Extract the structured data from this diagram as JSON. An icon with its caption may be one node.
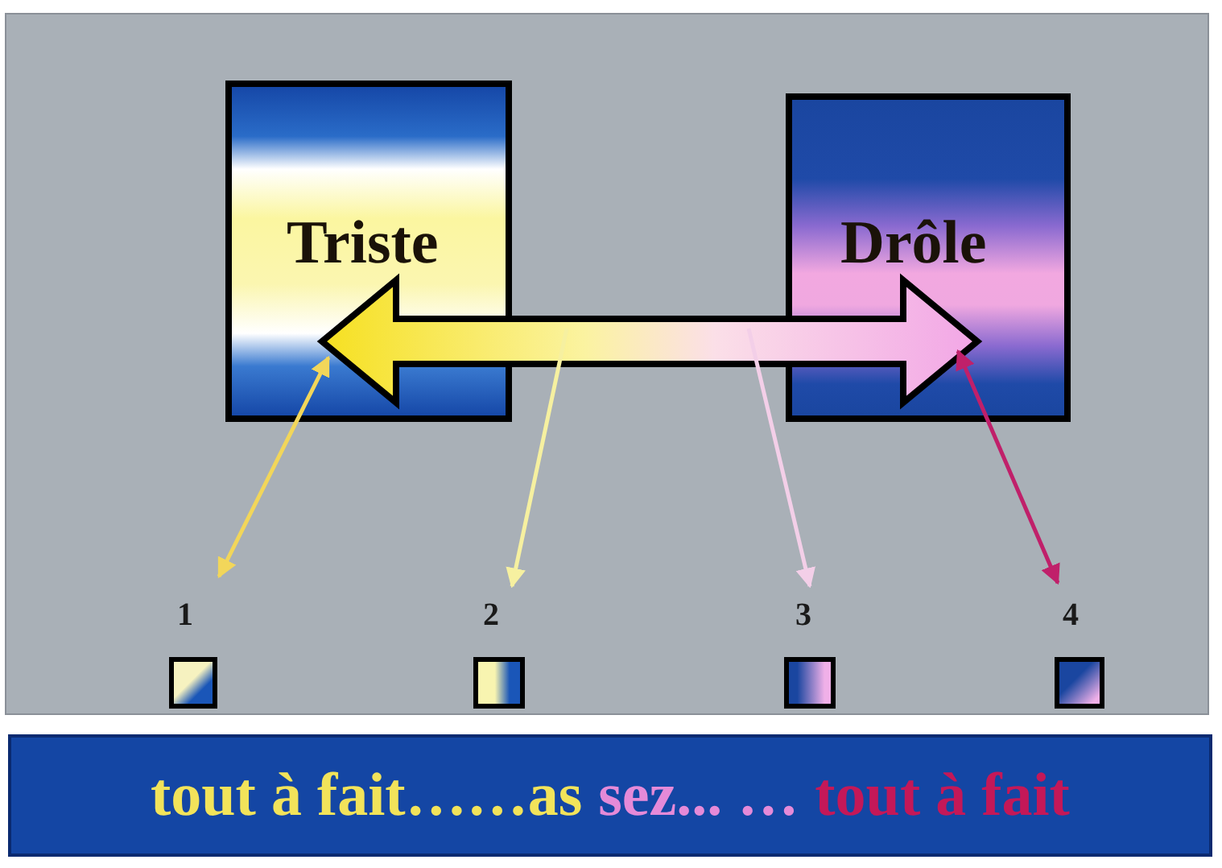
{
  "diagram": {
    "nodes": [
      {
        "text": [
          "Triste"
        ]
      },
      {
        "text": [
          "Drôle"
        ]
      },
      {
        "text": [
          "1"
        ]
      },
      {
        "text": [
          "2"
        ]
      },
      {
        "text": [
          "3"
        ]
      },
      {
        "text": [
          "4"
        ]
      },
      {
        "text": [
          "tout à fait……as",
          "sez... …",
          "tout à fait"
        ]
      }
    ],
    "edges": [
      {
        "from": 0,
        "to": 1,
        "arrow": "both",
        "style": "thick"
      },
      {
        "from": 0,
        "to": 2,
        "arrow": "both",
        "color": "#f2d65a"
      },
      {
        "from": null,
        "to": 3,
        "arrow": "to",
        "color": "#f6f0a0"
      },
      {
        "from": null,
        "to": 4,
        "arrow": "to",
        "color": "#f3cfe8"
      },
      {
        "from": 1,
        "to": 5,
        "arrow": "both",
        "color": "#c0206a"
      }
    ]
  }
}
